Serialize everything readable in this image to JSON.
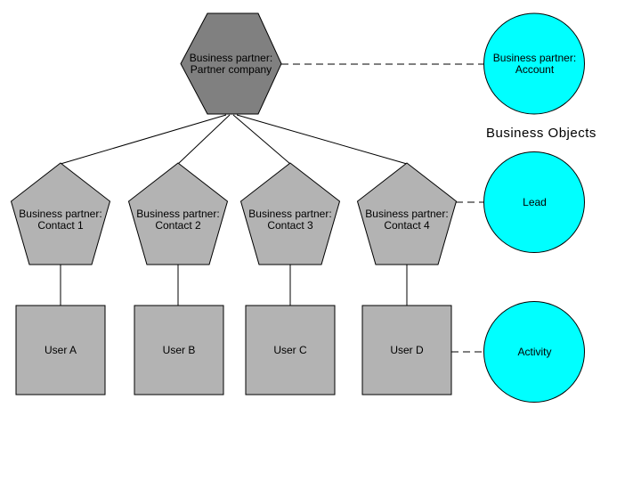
{
  "colors": {
    "background": "#FFFFFF",
    "hexagon_fill": "#808080",
    "node_fill": "#B3B3B3",
    "business_object_fill": "#00FFFF",
    "stroke": "#000000"
  },
  "heading": {
    "label": "Business Objects"
  },
  "nodes": {
    "partner_company": {
      "line1": "Business partner:",
      "line2": "Partner company"
    },
    "account": {
      "line1": "Business partner:",
      "line2": "Account"
    },
    "lead": {
      "label": "Lead"
    },
    "activity": {
      "label": "Activity"
    },
    "contacts": [
      {
        "line1": "Business partner:",
        "line2": "Contact 1"
      },
      {
        "line1": "Business partner:",
        "line2": "Contact 2"
      },
      {
        "line1": "Business partner:",
        "line2": "Contact 3"
      },
      {
        "line1": "Business partner:",
        "line2": "Contact 4"
      }
    ],
    "users": [
      {
        "label": "User A"
      },
      {
        "label": "User B"
      },
      {
        "label": "User C"
      },
      {
        "label": "User D"
      }
    ]
  }
}
